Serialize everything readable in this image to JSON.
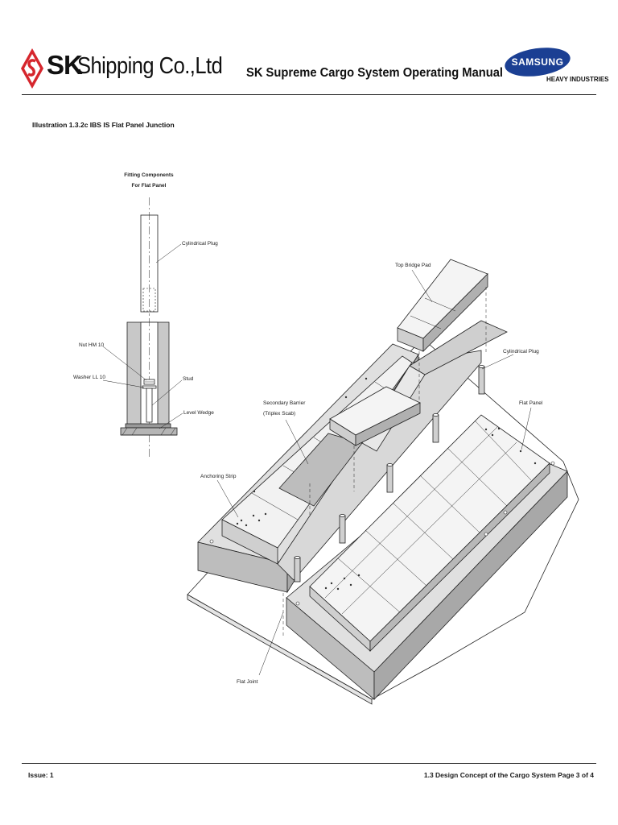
{
  "header": {
    "logo_abbr": "SK",
    "company_rest": "Shipping Co.,Ltd",
    "manual_title": "SK Supreme Cargo System Operating Manual",
    "partner_logo": "SAMSUNG",
    "partner_division": "HEAVY INDUSTRIES"
  },
  "illustration": {
    "title": "Illustration 1.3.2c IBS IS Flat Panel Junction",
    "fitting_title_line1": "Fitting Components",
    "fitting_title_line2": "For Flat Panel",
    "labels": {
      "cylindrical_plug_left": "Cylindrical Plug",
      "nut": "Nut HM 10",
      "washer": "Washer LL 10",
      "stud": "Stud",
      "level_wedge": "Level Wedge",
      "top_bridge_pad": "Top Bridge Pad",
      "cylindrical_plug_right": "Cylindrical Plug",
      "secondary_barrier_line1": "Secondary Barrier",
      "secondary_barrier_line2": "(Triplex Scab)",
      "flat_panel": "Flat Panel",
      "anchoring_strip": "Anchoring Strip",
      "flat_joint": "Flat Joint"
    }
  },
  "footer": {
    "issue": "Issue: 1",
    "section": "1.3 Design Concept of the Cargo System Page 3 of 4"
  },
  "colors": {
    "logo_red": "#d6262d",
    "samsung_blue": "#1b3f93",
    "panel_grey": "#cfcfcf",
    "panel_dark": "#9a9a9a"
  }
}
